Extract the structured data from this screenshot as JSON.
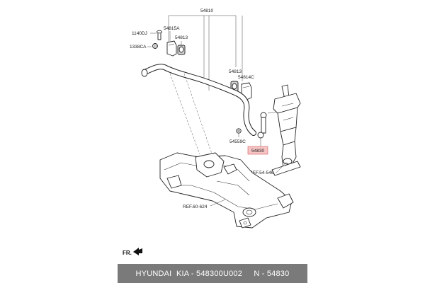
{
  "diagram": {
    "part_labels": {
      "stabilizer_bar_assy": "54810",
      "bracket_a": "54815A",
      "bolt_top": "1140DJ",
      "bushing_left": "54813",
      "nut_top": "1338CA",
      "bushing_right": "54813",
      "bracket_c": "54814C",
      "nut_link": "54559C",
      "link": "54830"
    },
    "references": {
      "strut": "REF.54-546",
      "subframe": "REF.60-624"
    },
    "direction_label": "FR.",
    "highlight_color": "#f6c4c4"
  },
  "caption": {
    "text": "HYUNDAI  KIA - 548300U002     N - 54830"
  }
}
